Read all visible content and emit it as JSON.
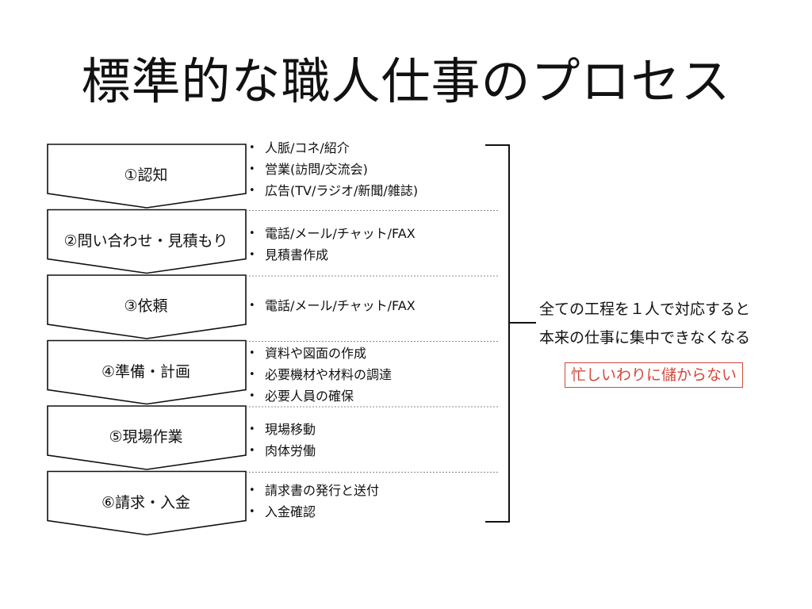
{
  "title": "標準的な職人仕事のプロセス",
  "steps": [
    {
      "label": "①認知",
      "items": [
        "人脈/コネ/紹介",
        "営業(訪問/交流会)",
        "広告(TV/ラジオ/新聞/雑誌)"
      ]
    },
    {
      "label": "②問い合わせ・見積もり",
      "items": [
        "電話/メール/チャット/FAX",
        "見積書作成"
      ]
    },
    {
      "label": "③依頼",
      "items": [
        "電話/メール/チャット/FAX"
      ]
    },
    {
      "label": "④準備・計画",
      "items": [
        "資料や図面の作成",
        "必要機材や材料の調達",
        "必要人員の確保"
      ]
    },
    {
      "label": "⑤現場作業",
      "items": [
        "現場移動",
        "肉体労働"
      ]
    },
    {
      "label": "⑥請求・入金",
      "items": [
        "請求書の発行と送付",
        "入金確認"
      ]
    }
  ],
  "summary": {
    "line1": "全ての工程を１人で対応すると",
    "line2": "本来の仕事に集中できなくなる",
    "alert": "忙しいわりに儲からない"
  },
  "colors": {
    "text": "#111111",
    "alert": "#d2473a",
    "divider": "#888888"
  }
}
